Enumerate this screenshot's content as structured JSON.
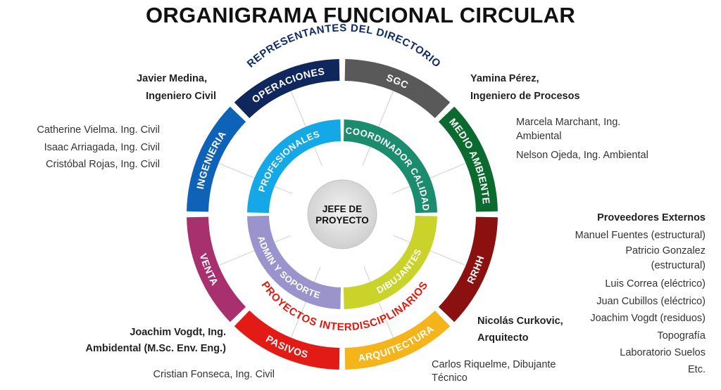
{
  "title": "ORGANIGRAMA FUNCIONAL CIRCULAR",
  "center": {
    "line1": "JEFE DE",
    "line2": "PROYECTO"
  },
  "arc_top": "REPRESENTANTES DEL DIRECTORIO",
  "arc_bottom": "PROYECTOS INTERDISCIPLINARIOS",
  "outer_ring": [
    {
      "label": "SGC",
      "color": "#595959"
    },
    {
      "label": "MEDIO AMBIENTE",
      "color": "#0b6b2e"
    },
    {
      "label": "RRHH",
      "color": "#8b1111"
    },
    {
      "label": "ARQUITECTURA",
      "color": "#f6b41b"
    },
    {
      "label": "PASIVOS",
      "color": "#e31b17"
    },
    {
      "label": "VENTA",
      "color": "#a8306f"
    },
    {
      "label": "INGENIERIA",
      "color": "#0e63b8"
    },
    {
      "label": "OPERACIONES",
      "color": "#10275e"
    }
  ],
  "inner_ring": [
    {
      "label": "COORDINADOR CALIDAD",
      "color": "#1b8c6d"
    },
    {
      "label": "DIBUJANTES",
      "color": "#c9d32a"
    },
    {
      "label": "ADMIN Y SOPORTE",
      "color": "#9a93cc"
    },
    {
      "label": "PROFESIONALES",
      "color": "#15a8e6"
    }
  ],
  "people": {
    "operaciones_1": "Javier Medina,",
    "operaciones_2": "Ingeniero Civil",
    "sgc_1": "Yamina Pérez,",
    "sgc_2": "Ingeniero de Procesos",
    "ing_1": "Catherine Vielma. Ing. Civil",
    "ing_2": "Isaac Arriagada, Ing. Civil",
    "ing_3": "Cristóbal Rojas, Ing. Civil",
    "ma_1": "Marcela Marchant, Ing.",
    "ma_2": "Ambiental",
    "ma_3": "Nelson Ojeda, Ing. Ambiental",
    "prov_title": "Proveedores Externos",
    "prov_1": "Manuel Fuentes (estructural)",
    "prov_2a": "Patricio Gonzalez",
    "prov_2b": "(estructural)",
    "prov_3": "Luis Correa (eléctrico)",
    "prov_4": "Juan Cubillos (eléctrico)",
    "prov_5": "Joachim Vogdt (residuos)",
    "prov_6": "Topografía",
    "prov_7": "Laboratorio Suelos",
    "prov_8": "Etc.",
    "arq_1": "Nicolás Curkovic,",
    "arq_2": "Arquitecto",
    "arq_3": "Carlos Riquelme, Dibujante",
    "arq_4": "Técnico",
    "pas_1": "Joachim Vogdt, Ing.",
    "pas_2": "Ambidental (M.Sc. Env. Eng.)",
    "pas_3": "Cristian Fonseca, Ing. Civil"
  }
}
